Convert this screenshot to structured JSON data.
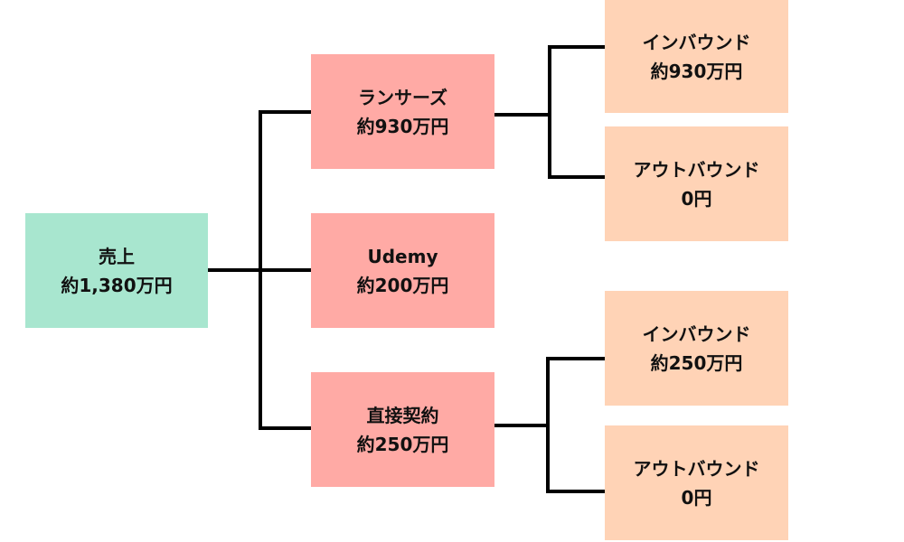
{
  "colors": {
    "root": "#a8e6cf",
    "level1": "#ffaaa5",
    "level2": "#ffd3b6",
    "line": "#000000"
  },
  "tree": {
    "root": {
      "title": "売上",
      "value": "約1,380万円"
    },
    "lancers": {
      "title": "ランサーズ",
      "value": "約930万円",
      "inbound": {
        "title": "インバウンド",
        "value": "約930万円"
      },
      "outbound": {
        "title": "アウトバウンド",
        "value": "0円"
      }
    },
    "udemy": {
      "title": "Udemy",
      "value": "約200万円"
    },
    "direct": {
      "title": "直接契約",
      "value": "約250万円",
      "inbound": {
        "title": "インバウンド",
        "value": "約250万円"
      },
      "outbound": {
        "title": "アウトバウンド",
        "value": "0円"
      }
    }
  }
}
